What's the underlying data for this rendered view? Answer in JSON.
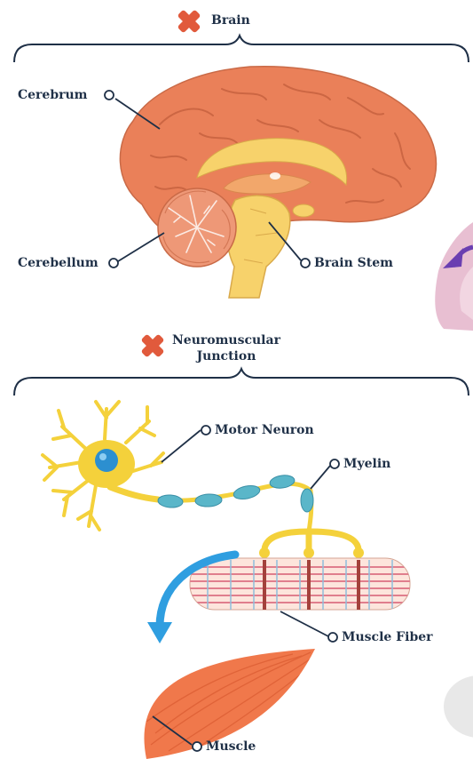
{
  "sections": {
    "brain": {
      "title": "Brain",
      "labels": {
        "cerebrum": "Cerebrum",
        "cerebellum": "Cerebellum",
        "brain_stem": "Brain Stem"
      }
    },
    "nmj": {
      "title": "Neuromuscular\nJunction",
      "labels": {
        "motor_neuron": "Motor Neuron",
        "myelin": "Myelin",
        "muscle_fiber": "Muscle Fiber",
        "muscle": "Muscle"
      }
    }
  },
  "colors": {
    "label_text": "#1f3047",
    "cross_mark": "#e15a3c",
    "brain": "#ea8059",
    "brain_dark": "#b95a3a",
    "brain_stem": "#f7d26b",
    "neuron": "#f4d13b",
    "nucleus": "#2c8fd0",
    "myelin": "#5ab6c9",
    "muscle": "#f0784b",
    "arrow": "#2f9ee0"
  }
}
